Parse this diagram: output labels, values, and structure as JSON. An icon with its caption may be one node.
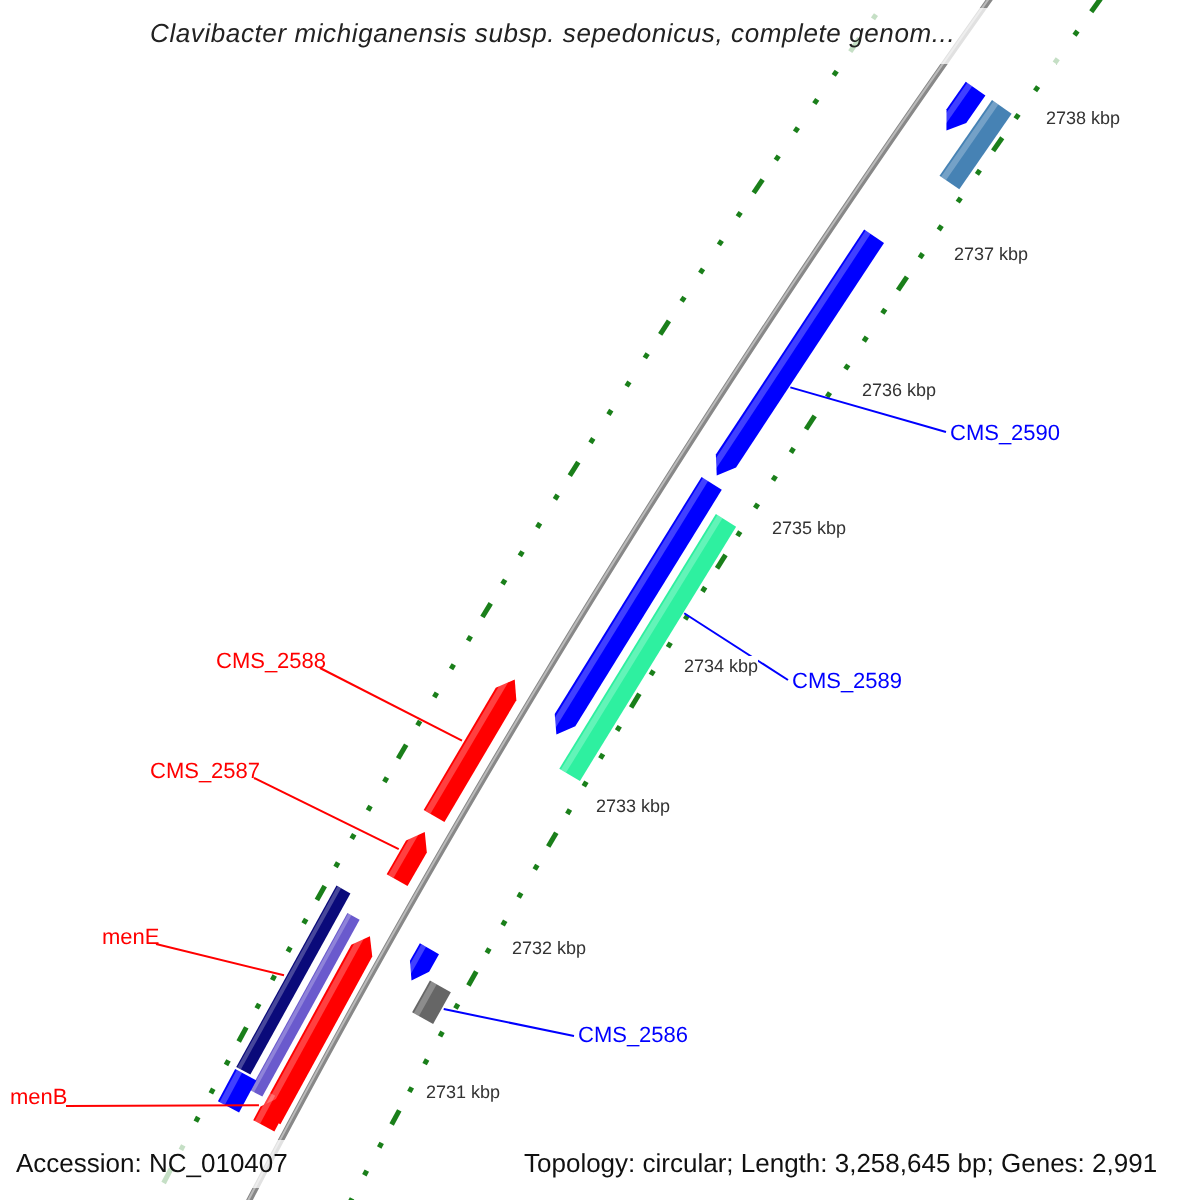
{
  "diagram": {
    "title": "Clavibacter michiganensis subsp. sepedonicus, complete genom...",
    "nodes": [
      {
        "text": [
          "CMS_2590"
        ]
      },
      {
        "text": [],
        "shape": "bar"
      },
      {
        "text": [
          "CMS_2589"
        ]
      },
      {
        "text": [],
        "shape": "bar"
      },
      {
        "text": [
          "CMS_2588"
        ]
      },
      {
        "text": [],
        "shape": "bar"
      },
      {
        "text": [
          "CMS_2587"
        ]
      },
      {
        "text": [],
        "shape": "bar"
      },
      {
        "text": [
          "menE"
        ]
      },
      {
        "text": [],
        "shape": "bar"
      },
      {
        "text": [
          "CMS_2586"
        ]
      },
      {
        "text": [],
        "shape": "box"
      },
      {
        "text": [
          "menB"
        ]
      },
      {
        "text": [],
        "shape": "bar"
      }
    ],
    "edges": [
      {
        "from": 0,
        "to": 1,
        "arrow": "none",
        "color": "#0000ff"
      },
      {
        "from": 2,
        "to": 3,
        "arrow": "none",
        "color": "#0000ff"
      },
      {
        "from": 4,
        "to": 5,
        "arrow": "none"
      },
      {
        "from": 6,
        "to": 7,
        "arrow": "none"
      },
      {
        "from": 8,
        "to": 9,
        "arrow": "none"
      },
      {
        "from": 10,
        "to": 11,
        "arrow": "none",
        "color": "#0000ff"
      },
      {
        "from": 12,
        "to": 13,
        "arrow": "none"
      }
    ],
    "labels": [
      "2738 kbp",
      "2737 kbp",
      "2736 kbp",
      "2735 kbp",
      "2734 kbp",
      "2733 kbp",
      "2732 kbp",
      "2731 kbp",
      "Accession: NC_010407",
      "Topology: circular; Length: 3,258,645 bp; Genes: 2,991"
    ]
  }
}
